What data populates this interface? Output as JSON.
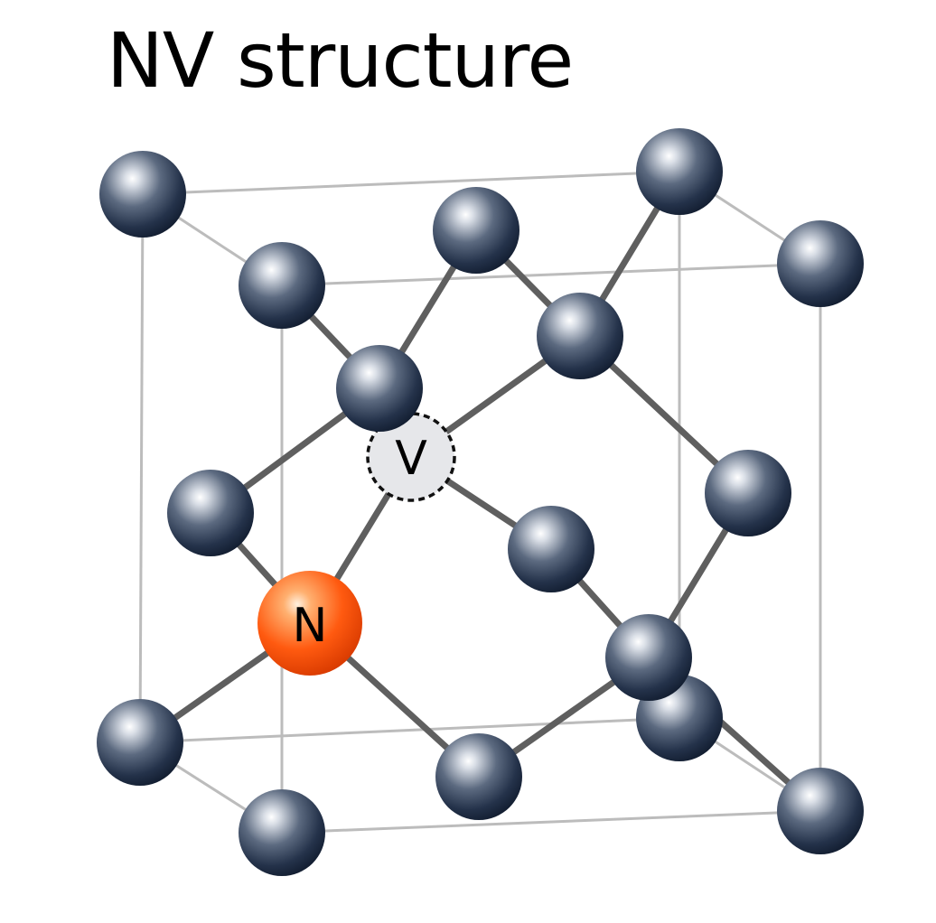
{
  "title": "NV structure",
  "labels": {
    "nitrogen": "N",
    "vacancy": "V"
  },
  "colors": {
    "carbon_atom": "#1a2940",
    "nitrogen_atom": "#ff5a10",
    "vacancy_site": "#e6e7ea",
    "bond": "#5f5f5f",
    "cell_edge": "#bcbcbc"
  }
}
